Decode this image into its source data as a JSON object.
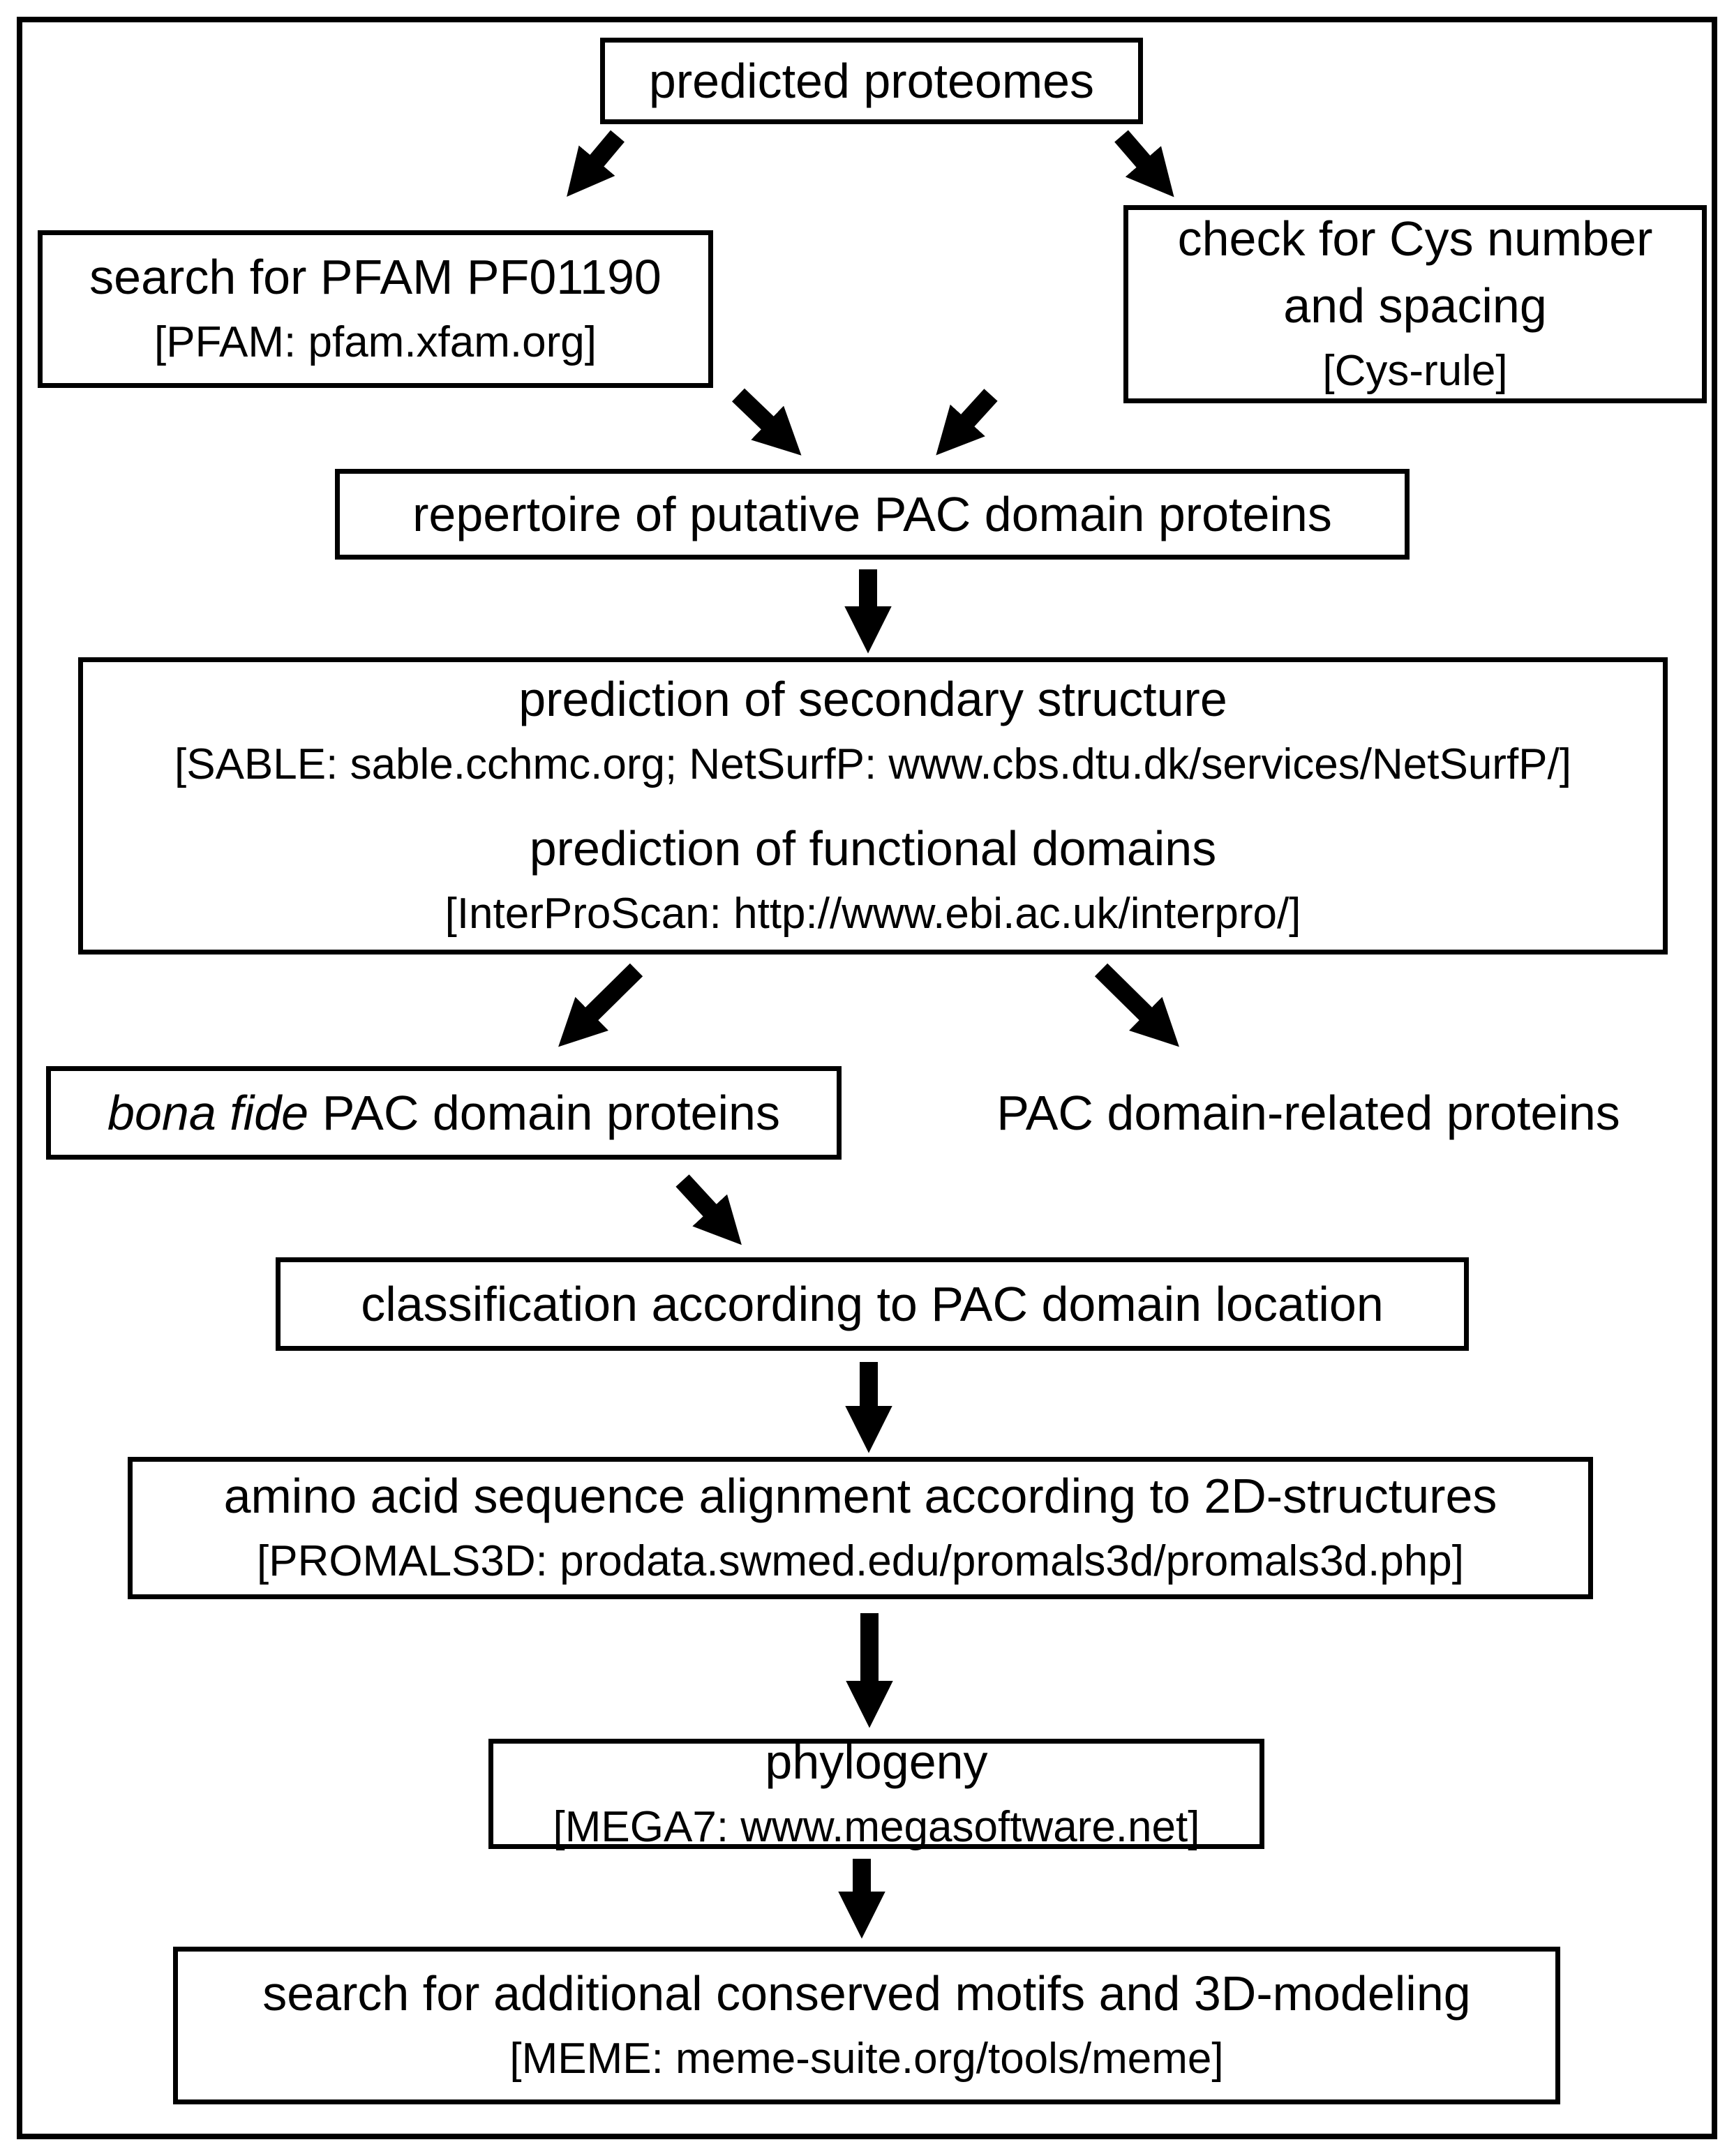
{
  "figure": {
    "description": "flowchart of PAC domain protein identification workflow",
    "colors": {
      "line": "#000000",
      "background": "#ffffff"
    }
  },
  "nodes": {
    "predicted_proteomes": {
      "line1": "predicted proteomes"
    },
    "pfam_search": {
      "line1": "search for PFAM PF01190",
      "line2": "[PFAM: pfam.xfam.org]"
    },
    "cys_check": {
      "line1": "check for Cys number",
      "line2": "and spacing",
      "line3": "[Cys-rule]"
    },
    "repertoire": {
      "line1": "repertoire of putative PAC domain proteins"
    },
    "prediction": {
      "line1": "prediction of secondary structure",
      "line2": "[SABLE: sable.cchmc.org; NetSurfP: www.cbs.dtu.dk/services/NetSurfP/]",
      "line3": "prediction of functional domains",
      "line4": "[InterProScan: http://www.ebi.ac.uk/interpro/]"
    },
    "bona_fide": {
      "italic": "bona fide",
      "rest": "PAC domain proteins"
    },
    "pac_related": {
      "line1": "PAC domain-related proteins"
    },
    "classification": {
      "line1": "classification according to PAC domain location"
    },
    "alignment": {
      "line1": "amino acid sequence alignment according to 2D-structures",
      "line2": "[PROMALS3D: prodata.swmed.edu/promals3d/promals3d.php]"
    },
    "phylogeny": {
      "line1": "phylogeny",
      "line2": "[MEGA7: www.megasoftware.net]"
    },
    "motifs": {
      "line1": "search for additional conserved motifs and 3D-modeling",
      "line2": "[MEME: meme-suite.org/tools/meme]"
    }
  }
}
